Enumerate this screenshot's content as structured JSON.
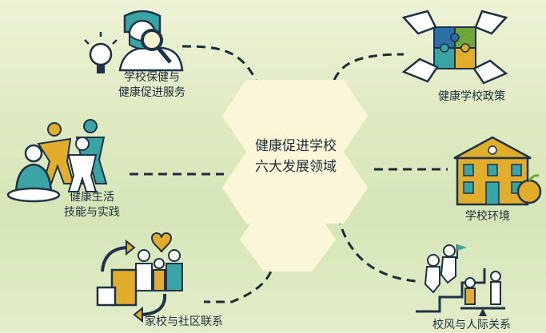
{
  "center": {
    "line1": "健康促进学校",
    "line2": "六大发展领域"
  },
  "domains": [
    {
      "line1": "学校保健与",
      "line2": "健康促进服务",
      "icon": "doctor-magnifier-icon"
    },
    {
      "line1": "健康学校政策",
      "icon": "puzzle-hands-icon"
    },
    {
      "line1": "健康生活",
      "line2": "技能与实践",
      "icon": "exercise-people-icon"
    },
    {
      "line1": "学校环境",
      "icon": "school-building-icon"
    },
    {
      "line1": "家校与社区联系",
      "icon": "family-community-icon"
    },
    {
      "line1": "校风与人际关系",
      "icon": "climbing-stairs-icon"
    }
  ],
  "colors": {
    "navy": "#1e3347",
    "green": "#6ea63b",
    "gold": "#e3ad2c",
    "teal": "#3aa3a3",
    "blue": "#2d6ea6",
    "hexagon": "#fbf6d8"
  }
}
